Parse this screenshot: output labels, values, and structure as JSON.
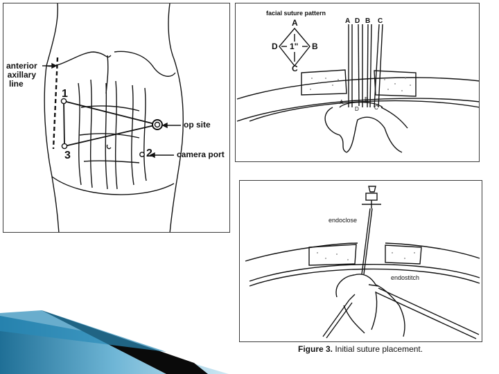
{
  "left_panel": {
    "anterior_axillary_line": [
      "anterior",
      "axillary",
      "line"
    ],
    "port_1": "1",
    "port_2": "2",
    "port_3": "3",
    "op_site": "op site",
    "camera_port": "camera port"
  },
  "top_right_panel": {
    "pattern_title": "facial suture pattern",
    "diamond": {
      "top": "A",
      "left": "D",
      "center": "1\"",
      "right": "B",
      "bottom": "C"
    },
    "needle_labels": [
      "A",
      "D",
      "B",
      "C"
    ],
    "tissue_labels": {
      "a": "A",
      "b": "B",
      "d": "D",
      "c": "C"
    }
  },
  "bottom_right_panel": {
    "endoclose": "endoclose",
    "endostitch": "endostitch"
  },
  "caption": {
    "prefix": "Figure 3.",
    "text": " Initial suture placement."
  },
  "colors": {
    "deco_blue_light": "#6fb6d6",
    "deco_blue_dark": "#1f6f96",
    "deco_black": "#0a0a0a"
  }
}
